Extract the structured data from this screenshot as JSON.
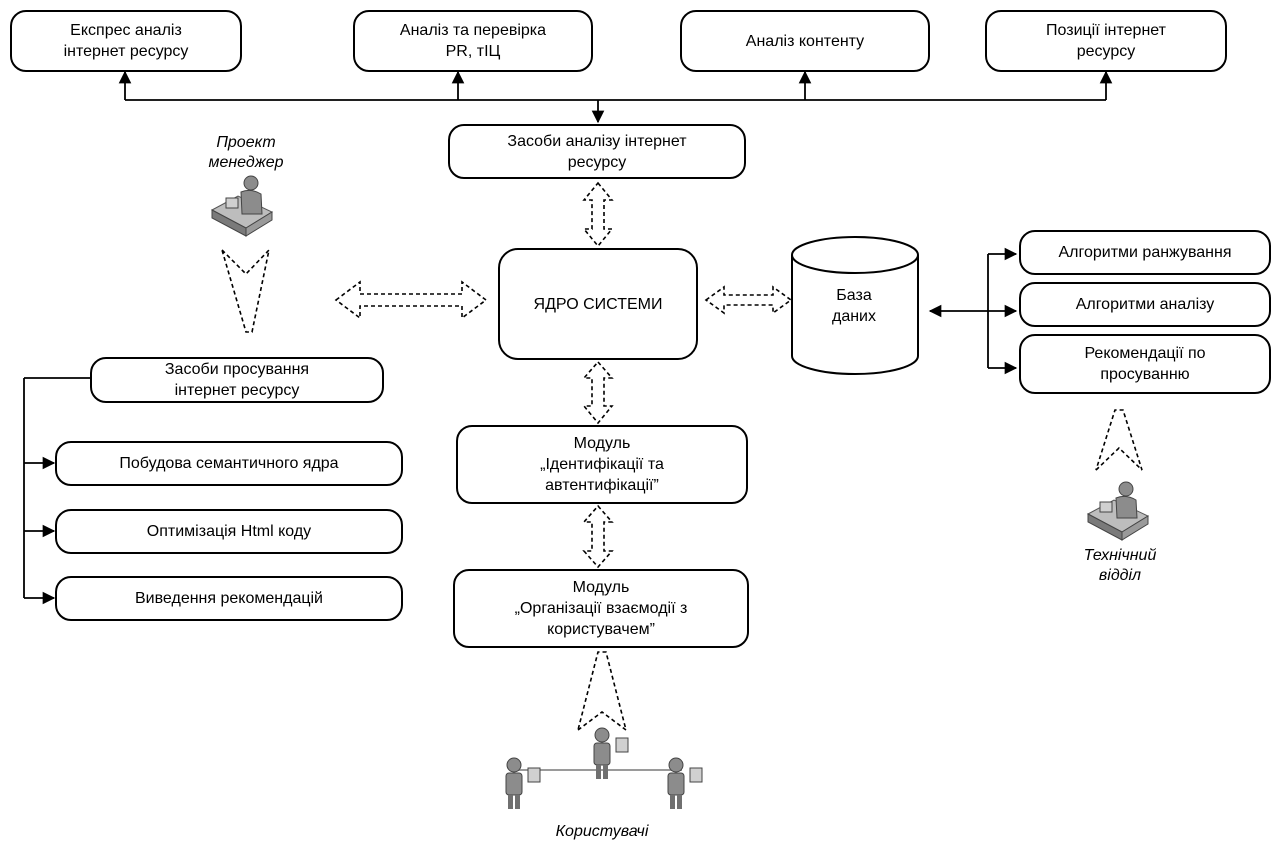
{
  "nodes": {
    "express": "Експрес аналіз\nінтернет ресурсу",
    "pr_check": "Аналіз та перевірка\nPR, тІЦ",
    "content": "Аналіз контенту",
    "positions": "Позиції інтернет\nресурсу",
    "analysis_tools": "Засоби аналізу інтернет\nресурсу",
    "core": "ЯДРО СИСТЕМИ",
    "database": "База\nданих",
    "ranking": "Алгоритми ранжування",
    "analysis_alg": "Алгоритми аналізу",
    "promo_recs": "Рекомендації по\nпросуванню",
    "promo_tools": "Засоби просування\nінтернет ресурсу",
    "semantic": "Побудова семантичного ядра",
    "html_opt": "Оптимізація Html коду",
    "recs_out": "Виведення рекомендацій",
    "auth_module": "Модуль\n„Ідентифікації та\nавтентифікації”",
    "interaction_module": "Модуль\n„Організації взаємодії з\nкористувачем”"
  },
  "actors": {
    "manager": "Проект\nменеджер",
    "tech": "Технічний\nвідділ",
    "users": "Користувачі"
  },
  "icons": {
    "manager": "person-at-desk-icon",
    "tech": "person-at-desk-icon",
    "users": "users-network-icon"
  },
  "colors": {
    "stroke": "#000000",
    "background": "#ffffff",
    "figure": "#8c8c8c"
  }
}
